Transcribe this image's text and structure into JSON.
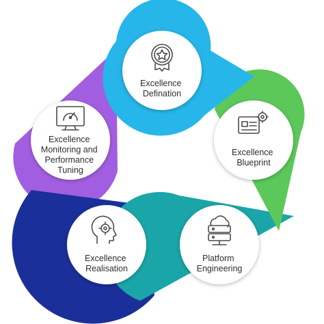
{
  "diagram": {
    "steps": [
      {
        "lines": [
          "Excellence",
          "Defination"
        ],
        "color": "#26b6ea",
        "icon": "award-badge-icon"
      },
      {
        "lines": [
          "Excellence",
          "Blueprint"
        ],
        "color": "#5cc85a",
        "icon": "blueprint-gear-icon"
      },
      {
        "lines": [
          "Platform",
          "Engineering"
        ],
        "color": "#1aa6a8",
        "icon": "cloud-server-icon"
      },
      {
        "lines": [
          "Excellence",
          "Realisation"
        ],
        "color": "#1b2f9a",
        "icon": "head-gear-icon"
      },
      {
        "lines": [
          "Excellence",
          "Monitoring and",
          "Performance",
          "Tuning"
        ],
        "color": "#a25ee0",
        "icon": "monitor-gauge-icon"
      }
    ]
  }
}
